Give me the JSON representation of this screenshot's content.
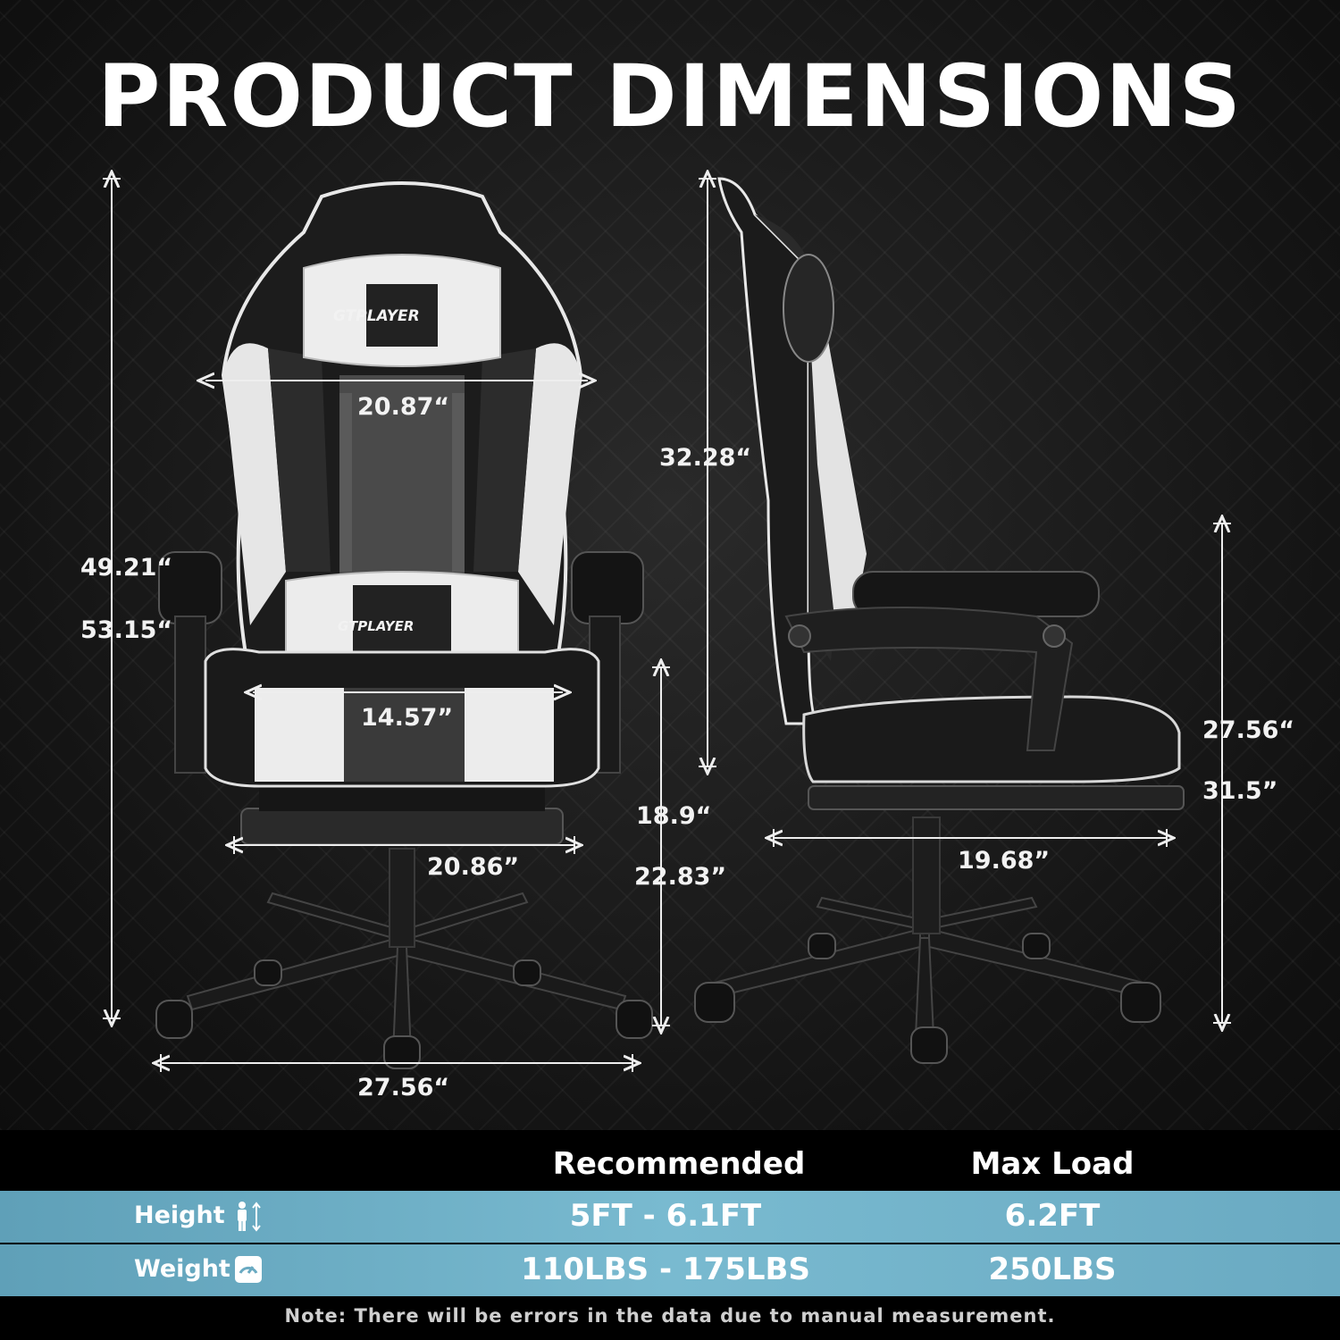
{
  "title": "PRODUCT DIMENSIONS",
  "brand": "GTPLAYER",
  "front_view": {
    "headrest_width": "20.87“",
    "total_height_min": "49.21“",
    "total_height_max": "53.15“",
    "seat_width": "14.57”",
    "footrest_width": "20.86”",
    "seat_height_min": "18.9“",
    "seat_height_max": "22.83”",
    "base_width": "27.56“"
  },
  "side_view": {
    "backrest_height": "32.28“",
    "armrest_height_min": "27.56“",
    "armrest_height_max": "31.5”",
    "seat_depth": "19.68”"
  },
  "table": {
    "col_recommended": "Recommended",
    "col_max_load": "Max Load",
    "rows": [
      {
        "label": "Height",
        "recommended": "5FT - 6.1FT",
        "max_load": "6.2FT"
      },
      {
        "label": "Weight",
        "recommended": "110LBS - 175LBS",
        "max_load": "250LBS"
      }
    ],
    "row_colors": {
      "base": "#6aaac2"
    }
  },
  "note": "Note: There will be errors in the data due to manual measurement."
}
